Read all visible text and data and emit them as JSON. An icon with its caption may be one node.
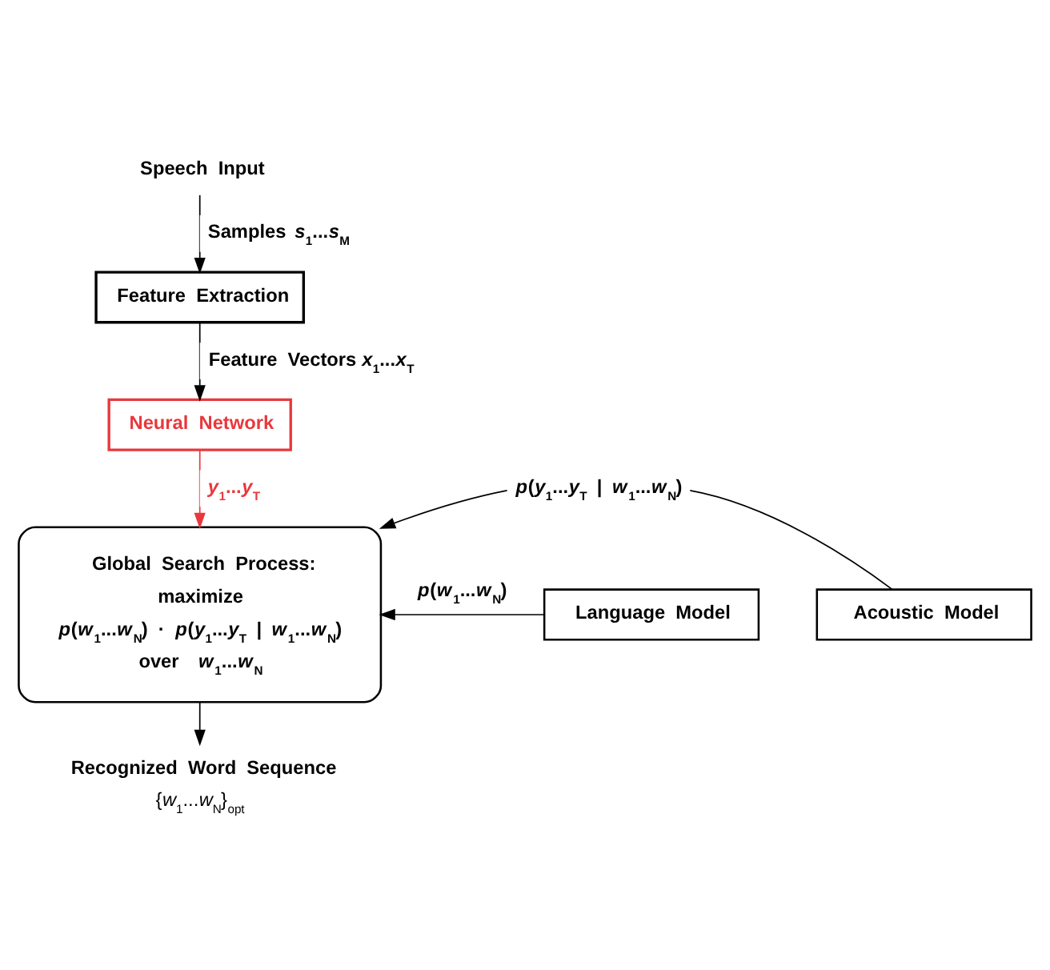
{
  "diagram": {
    "nodes": [
      {
        "text": [
          "Speech Input"
        ]
      },
      {
        "text": [
          "Feature Extraction"
        ]
      },
      {
        "text": [
          "Neural Network"
        ]
      },
      {
        "text": [
          "Global Search Process:",
          "maximize",
          "*p*(*w*$_{1}$...*w*$_{N}$) · *p*(*y*$_{1}$...*y*$_{T}$ | *w*$_{1}$...*w*$_{N}$)",
          "over  *w*$_{1}$...*w*$_{N}$"
        ]
      },
      {
        "text": [
          "Acoustic Model"
        ]
      },
      {
        "text": [
          "Language Model"
        ]
      },
      {
        "text": [
          "Recognized Word Sequence",
          "{*w*$_{1}$...*w*$_{N}$}$_{opt}$"
        ]
      }
    ],
    "edges": [
      {
        "from": 0,
        "to": 1,
        "arrow": "to",
        "label": "Samples *s*$_{1}$...*s*$_{M}$"
      },
      {
        "from": 1,
        "to": 2,
        "arrow": "to",
        "label": "Feature Vectors *x*$_{1}$...*x*$_{T}$"
      },
      {
        "from": 2,
        "to": 3,
        "arrow": "to",
        "label": "*y*$_{1}$...*y*$_{T}$",
        "color": "#e8383d"
      },
      {
        "from": 4,
        "to": 3,
        "arrow": "to",
        "label": "*p*(*y*$_{1}$...*y*$_{T}$ | *w*$_{1}$...*w*$_{N}$)"
      },
      {
        "from": 5,
        "to": 3,
        "arrow": "to",
        "label": "*p*(*w*$_{1}$...*w*$_{N}$)"
      },
      {
        "from": 3,
        "to": 6,
        "arrow": "to"
      }
    ]
  }
}
